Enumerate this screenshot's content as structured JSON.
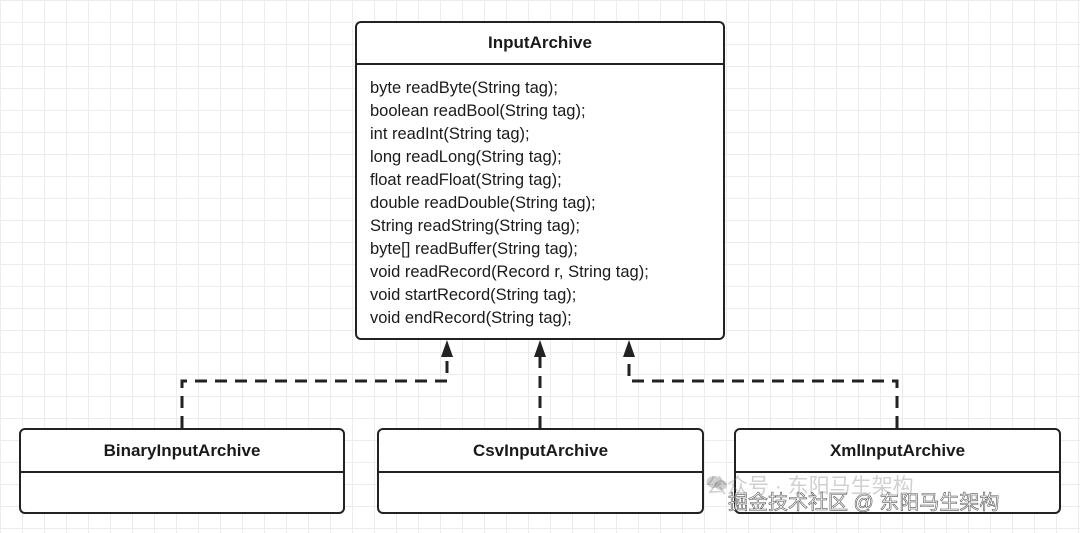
{
  "main_class": {
    "name": "InputArchive",
    "methods": [
      "byte readByte(String tag);",
      "boolean readBool(String tag);",
      "int readInt(String tag);",
      "long readLong(String tag);",
      "float readFloat(String tag);",
      "double readDouble(String tag);",
      "String readString(String tag);",
      "byte[] readBuffer(String tag);",
      "void readRecord(Record r, String tag);",
      "void startRecord(String tag);",
      "void endRecord(String tag);"
    ]
  },
  "implementations": [
    {
      "name": "BinaryInputArchive"
    },
    {
      "name": "CsvInputArchive"
    },
    {
      "name": "XmlInputArchive"
    }
  ],
  "watermark": {
    "line1": "公众号 · 东阳马生架构",
    "line2": "掘金技术社区 @ 东阳马生架构",
    "icon": "wechat-icon"
  },
  "colors": {
    "stroke": "#222222",
    "grid": "#ececec"
  }
}
